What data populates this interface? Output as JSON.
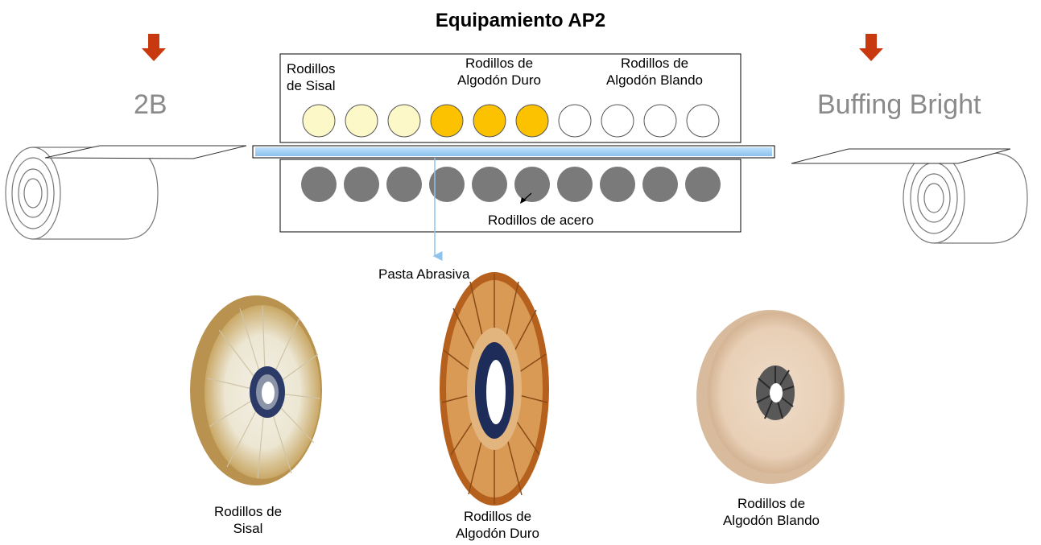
{
  "title": "Equipamiento AP2",
  "entry_state": "2B",
  "exit_state": "Buffing Bright",
  "upper_groups": [
    {
      "line1": "Rodillos",
      "line2": "de Sisal",
      "color": "#fdf8c8"
    },
    {
      "line1": "Rodillos de",
      "line2": "Algodón Duro",
      "color": "#fcc200"
    },
    {
      "line1": "Rodillos de",
      "line2": "Algodón Blando",
      "color": "#ffffff"
    }
  ],
  "lower_rollers_label": "Rodillos de acero",
  "abrasive_label": "Pasta Abrasiva",
  "photos": [
    {
      "line1": "Rodillos de",
      "line2": "Sisal"
    },
    {
      "line1": "Rodillos de",
      "line2": "Algodón Duro"
    },
    {
      "line1": "Rodillos de",
      "line2": "Algodón Blando"
    }
  ],
  "colors": {
    "arrow": "#c8390f",
    "steel_roller": "#7a7a7a",
    "strip": "#a9d3f5"
  }
}
